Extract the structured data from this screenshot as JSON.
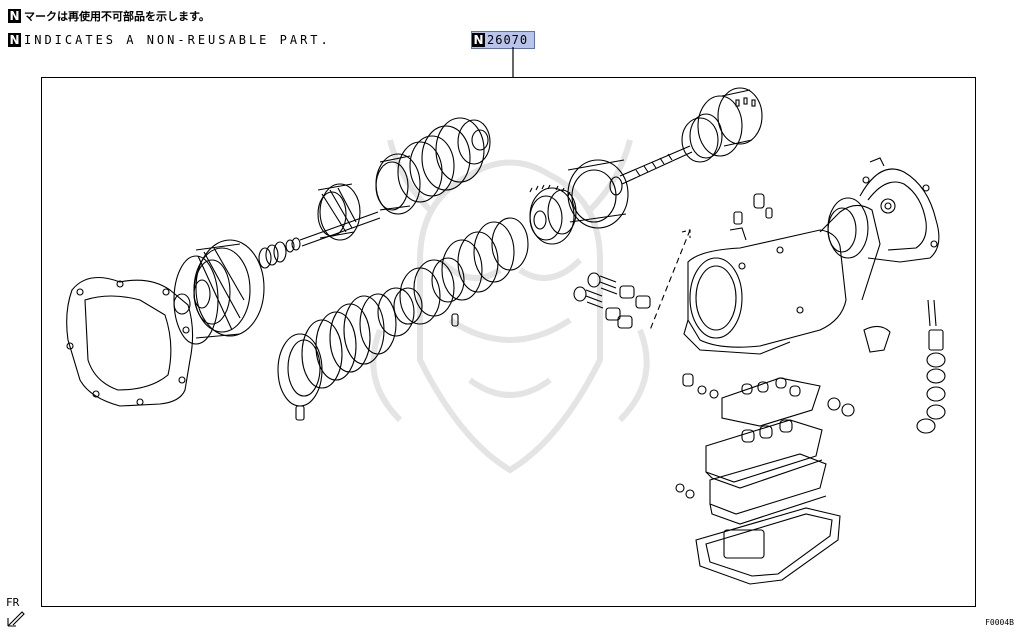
{
  "legend": {
    "badge": "N",
    "jp_text": "マークは再使用不可部品を示します。",
    "en_text": "INDICATES A NON-REUSABLE PART."
  },
  "callout": {
    "badge": "N",
    "part_number": "26070"
  },
  "direction": {
    "label": "FR"
  },
  "figure": {
    "code": "F0004B"
  },
  "colors": {
    "callout_highlight": "#b8c4ec",
    "line": "#000000",
    "watermark": "#e4e4e4"
  },
  "icons": [
    "front-direction-arrow-icon",
    "watermark-emblem-icon"
  ]
}
